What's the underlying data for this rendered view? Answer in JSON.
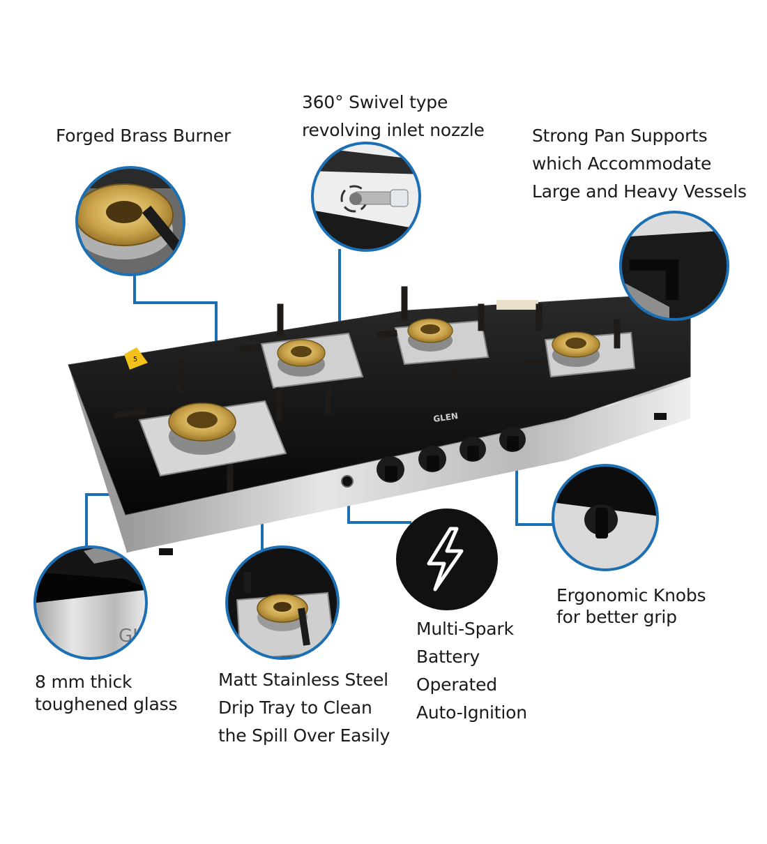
{
  "brand": "GLEN",
  "energy_rating": "5",
  "colors": {
    "callout_line": "#1d6fb3",
    "circle_border": "#1d6fb3",
    "glass": "#0e0e0e",
    "brass": "#c9a24a",
    "steel": "#c8c8c8"
  },
  "features": {
    "burner": {
      "lines": [
        "Forged Brass Burner"
      ],
      "icon": "brass-burner-closeup"
    },
    "nozzle": {
      "lines": [
        "360° Swivel type",
        "revolving inlet nozzle"
      ],
      "icon": "swivel-nozzle-closeup"
    },
    "pan": {
      "lines": [
        "Strong Pan Supports",
        "which Accommodate",
        "Large and Heavy Vessels"
      ],
      "icon": "pan-support-closeup"
    },
    "glass": {
      "lines": [
        "8 mm thick",
        "toughened glass"
      ],
      "icon": "glass-edge-closeup"
    },
    "tray": {
      "lines": [
        "Matt Stainless Steel",
        "Drip Tray to Clean",
        "the Spill Over Easily"
      ],
      "icon": "drip-tray-closeup"
    },
    "spark": {
      "lines": [
        "Multi-Spark",
        "Battery",
        "Operated",
        "Auto-Ignition"
      ],
      "icon": "lightning-icon"
    },
    "knob": {
      "lines": [
        "Ergonomic Knobs",
        "for better grip"
      ],
      "icon": "knob-closeup"
    }
  }
}
